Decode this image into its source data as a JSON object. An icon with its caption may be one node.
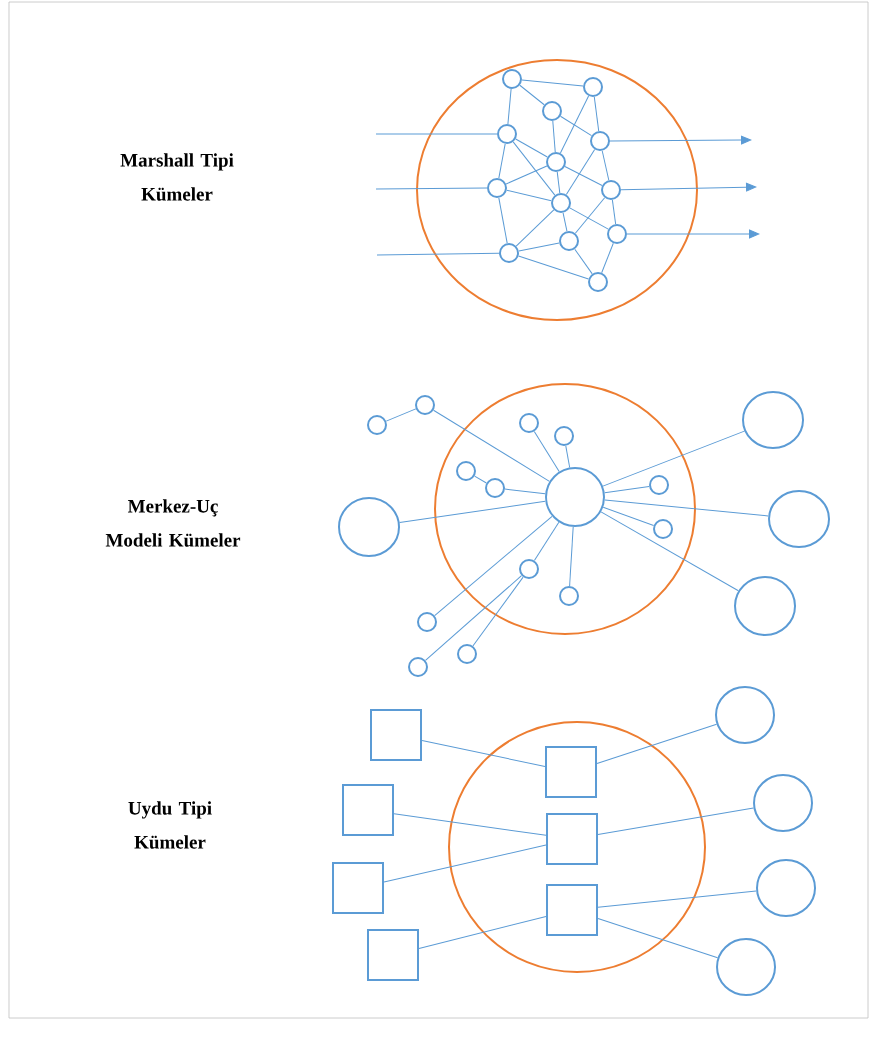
{
  "diagram": {
    "nodes": [
      {
        "text": [],
        "shape": "circle"
      },
      {
        "text": [],
        "shape": "circle",
        "in": 0
      },
      {
        "text": [],
        "shape": "circle",
        "in": 0
      },
      {
        "text": [],
        "shape": "circle",
        "in": 0
      },
      {
        "text": [],
        "shape": "circle",
        "in": 0
      },
      {
        "text": [],
        "shape": "circle",
        "in": 0
      },
      {
        "text": [],
        "shape": "circle",
        "in": 0
      },
      {
        "text": [],
        "shape": "circle",
        "in": 0
      },
      {
        "text": [],
        "shape": "circle",
        "in": 0
      },
      {
        "text": [],
        "shape": "circle",
        "in": 0
      },
      {
        "text": [],
        "shape": "circle",
        "in": 0
      },
      {
        "text": [],
        "shape": "circle",
        "in": 0
      },
      {
        "text": [],
        "shape": "circle",
        "in": 0
      },
      {
        "text": [],
        "shape": "circle",
        "in": 0
      },
      {
        "text": [],
        "shape": "circle"
      },
      {
        "text": [],
        "shape": "circle",
        "in": 14
      },
      {
        "text": [],
        "shape": "circle"
      },
      {
        "text": [],
        "shape": "circle"
      },
      {
        "text": [],
        "shape": "circle",
        "in": 14
      },
      {
        "text": [],
        "shape": "circle",
        "in": 14
      },
      {
        "text": [],
        "shape": "circle",
        "in": 14
      },
      {
        "text": [],
        "shape": "circle",
        "in": 14
      },
      {
        "text": [],
        "shape": "circle",
        "in": 14
      },
      {
        "text": [],
        "shape": "circle",
        "in": 14
      },
      {
        "text": [],
        "shape": "circle",
        "in": 14
      },
      {
        "text": [],
        "shape": "circle",
        "in": 14
      },
      {
        "text": [],
        "shape": "circle"
      },
      {
        "text": [],
        "shape": "circle"
      },
      {
        "text": [],
        "shape": "circle"
      },
      {
        "text": [],
        "shape": "circle"
      },
      {
        "text": [],
        "shape": "circle"
      },
      {
        "text": [],
        "shape": "circle"
      },
      {
        "text": [],
        "shape": "circle"
      },
      {
        "text": [],
        "shape": "circle"
      },
      {
        "text": [],
        "shape": "box",
        "in": 33
      },
      {
        "text": [],
        "shape": "box",
        "in": 33
      },
      {
        "text": [],
        "shape": "box",
        "in": 33
      },
      {
        "text": [],
        "shape": "box"
      },
      {
        "text": [],
        "shape": "box"
      },
      {
        "text": [],
        "shape": "box"
      },
      {
        "text": [],
        "shape": "box"
      },
      {
        "text": [],
        "shape": "circle"
      },
      {
        "text": [],
        "shape": "circle"
      },
      {
        "text": [],
        "shape": "circle"
      },
      {
        "text": [],
        "shape": "circle"
      }
    ],
    "edges": [
      {
        "from": 1,
        "to": 2,
        "arrow": "none"
      },
      {
        "from": 1,
        "to": 3,
        "arrow": "none"
      },
      {
        "from": 1,
        "to": 4,
        "arrow": "none"
      },
      {
        "from": 3,
        "to": 5,
        "arrow": "none"
      },
      {
        "from": 3,
        "to": 6,
        "arrow": "none"
      },
      {
        "from": 2,
        "to": 5,
        "arrow": "none"
      },
      {
        "from": 2,
        "to": 6,
        "arrow": "none"
      },
      {
        "from": 4,
        "to": 6,
        "arrow": "none"
      },
      {
        "from": 4,
        "to": 7,
        "arrow": "none"
      },
      {
        "from": 4,
        "to": 9,
        "arrow": "none"
      },
      {
        "from": 5,
        "to": 8,
        "arrow": "none"
      },
      {
        "from": 5,
        "to": 9,
        "arrow": "none"
      },
      {
        "from": 6,
        "to": 7,
        "arrow": "none"
      },
      {
        "from": 6,
        "to": 9,
        "arrow": "none"
      },
      {
        "from": 6,
        "to": 8,
        "arrow": "none"
      },
      {
        "from": 7,
        "to": 9,
        "arrow": "none"
      },
      {
        "from": 7,
        "to": 12,
        "arrow": "none"
      },
      {
        "from": 8,
        "to": 11,
        "arrow": "none"
      },
      {
        "from": 8,
        "to": 10,
        "arrow": "none"
      },
      {
        "from": 9,
        "to": 12,
        "arrow": "none"
      },
      {
        "from": 9,
        "to": 10,
        "arrow": "none"
      },
      {
        "from": 9,
        "to": 11,
        "arrow": "none"
      },
      {
        "from": 12,
        "to": 10,
        "arrow": "none"
      },
      {
        "from": 12,
        "to": 13,
        "arrow": "none"
      },
      {
        "from": 10,
        "to": 13,
        "arrow": "none"
      },
      {
        "from": 11,
        "to": 13,
        "arrow": "none"
      },
      {
        "from": null,
        "to": 4,
        "arrow": "none"
      },
      {
        "from": null,
        "to": 7,
        "arrow": "none"
      },
      {
        "from": null,
        "to": 12,
        "arrow": "none"
      },
      {
        "from": 5,
        "to": null,
        "arrow": "to"
      },
      {
        "from": 8,
        "to": null,
        "arrow": "to"
      },
      {
        "from": 11,
        "to": null,
        "arrow": "to"
      },
      {
        "from": 17,
        "to": 16,
        "arrow": "none"
      },
      {
        "from": 16,
        "to": 15,
        "arrow": "none"
      },
      {
        "from": 18,
        "to": 15,
        "arrow": "none"
      },
      {
        "from": 19,
        "to": 15,
        "arrow": "none"
      },
      {
        "from": 20,
        "to": 21,
        "arrow": "none"
      },
      {
        "from": 21,
        "to": 15,
        "arrow": "none"
      },
      {
        "from": 22,
        "to": 15,
        "arrow": "none"
      },
      {
        "from": 23,
        "to": 15,
        "arrow": "none"
      },
      {
        "from": 29,
        "to": 15,
        "arrow": "none"
      },
      {
        "from": 30,
        "to": 15,
        "arrow": "none"
      },
      {
        "from": 31,
        "to": 15,
        "arrow": "none"
      },
      {
        "from": 32,
        "to": 15,
        "arrow": "none"
      },
      {
        "from": 26,
        "to": 15,
        "arrow": "none"
      },
      {
        "from": 24,
        "to": 15,
        "arrow": "none"
      },
      {
        "from": 24,
        "to": 27,
        "arrow": "none"
      },
      {
        "from": 24,
        "to": 28,
        "arrow": "none"
      },
      {
        "from": 25,
        "to": 15,
        "arrow": "none"
      },
      {
        "from": 37,
        "to": 34,
        "arrow": "none"
      },
      {
        "from": 38,
        "to": 35,
        "arrow": "none"
      },
      {
        "from": 39,
        "to": 35,
        "arrow": "none"
      },
      {
        "from": 40,
        "to": 36,
        "arrow": "none"
      },
      {
        "from": 34,
        "to": 41,
        "arrow": "none"
      },
      {
        "from": 35,
        "to": 42,
        "arrow": "none"
      },
      {
        "from": 36,
        "to": 43,
        "arrow": "none"
      },
      {
        "from": 36,
        "to": 44,
        "arrow": "none"
      }
    ],
    "labels": [
      "Marshall Tipi Kümeler",
      "Merkez-Uç Modeli Kümeler",
      "Uydu Tipi Kümeler"
    ]
  }
}
